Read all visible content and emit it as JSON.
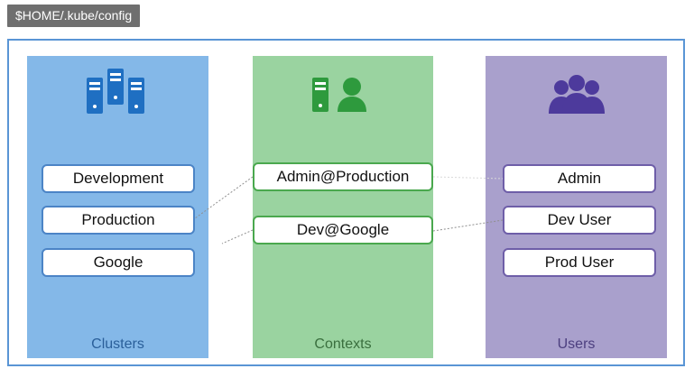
{
  "header": {
    "path": "$HOME/.kube/config"
  },
  "colors": {
    "frame_border": "#5a95d5",
    "clusters_bg": "#84b8e8",
    "contexts_bg": "#9ad3a0",
    "users_bg": "#a9a0cc",
    "clusters_icon": "#1f6fc2",
    "contexts_icon": "#2e9a3d",
    "users_icon": "#4d3a9c"
  },
  "clusters": {
    "title": "Clusters",
    "icon": "server-cluster-icon",
    "items": [
      "Development",
      "Production",
      "Google"
    ]
  },
  "contexts": {
    "title": "Contexts",
    "icon": "server-user-icon",
    "items": [
      "Admin@Production",
      "Dev@Google"
    ]
  },
  "users": {
    "title": "Users",
    "icon": "user-group-icon",
    "items": [
      "Admin",
      "Dev User",
      "Prod User"
    ]
  },
  "links": [
    {
      "context": "Admin@Production",
      "cluster": "Production",
      "user": "Admin"
    },
    {
      "context": "Dev@Google",
      "cluster": "Google",
      "user": "Dev User"
    }
  ]
}
